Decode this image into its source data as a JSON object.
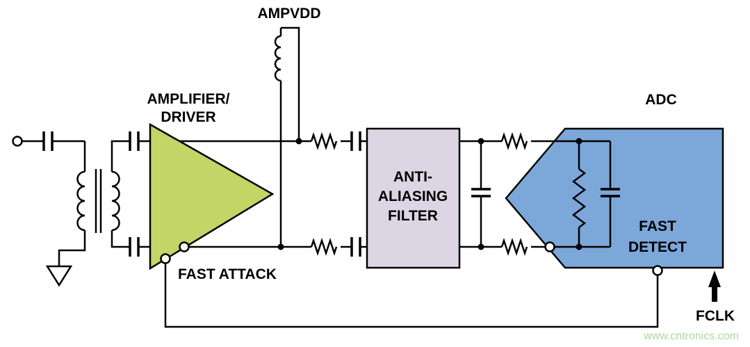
{
  "labels": {
    "ampvdd": "AMPVDD",
    "amplifier1": "AMPLIFIER/",
    "amplifier2": "DRIVER",
    "fast_attack": "FAST ATTACK",
    "filter1": "ANTI-",
    "filter2": "ALIASING",
    "filter3": "FILTER",
    "adc": "ADC",
    "fast_detect1": "FAST",
    "fast_detect2": "DETECT",
    "fclk": "FCLK"
  },
  "watermark": {
    "text": "www.cntronics.com"
  },
  "colors": {
    "amplifier_fill": "#c3d567",
    "filter_fill": "#dcd5e3",
    "adc_fill": "#7ca7d9",
    "watermark": "#a3cf8f"
  }
}
